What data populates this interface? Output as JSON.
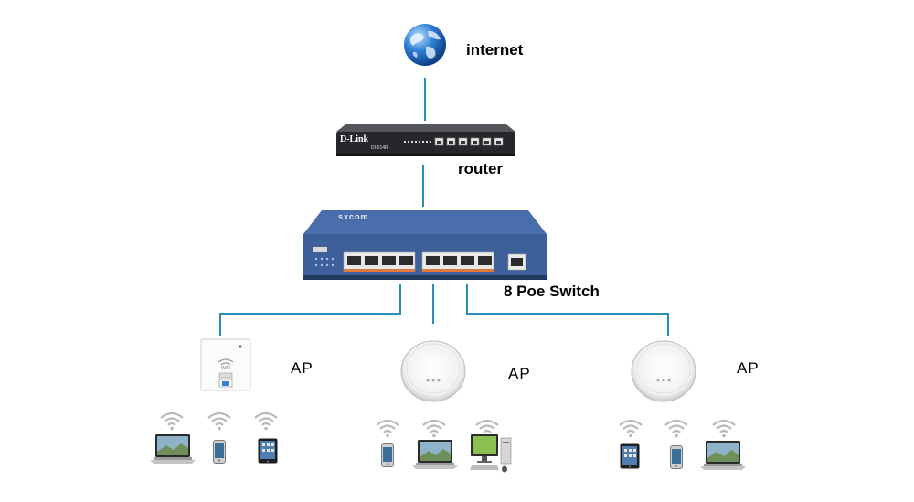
{
  "labels": {
    "internet": "internet",
    "router": "router",
    "switch": "8 Poe Switch",
    "ap_left": "AP",
    "ap_center": "AP",
    "ap_right": "AP"
  },
  "router": {
    "brand": "D-Link",
    "model": "DI-514R"
  },
  "switch": {
    "brand": "sxcom"
  },
  "icons": {
    "internet": "globe-icon",
    "wifi": "wifi-signal-icon",
    "laptop": "laptop-icon",
    "phone": "smartphone-icon",
    "tablet": "tablet-icon",
    "desktop": "desktop-computer-icon"
  },
  "colors": {
    "connection_line": "#2a8fb8",
    "switch_body": "#3d5f9a",
    "router_body": "#26272b",
    "port_orange": "#e07a3a"
  }
}
